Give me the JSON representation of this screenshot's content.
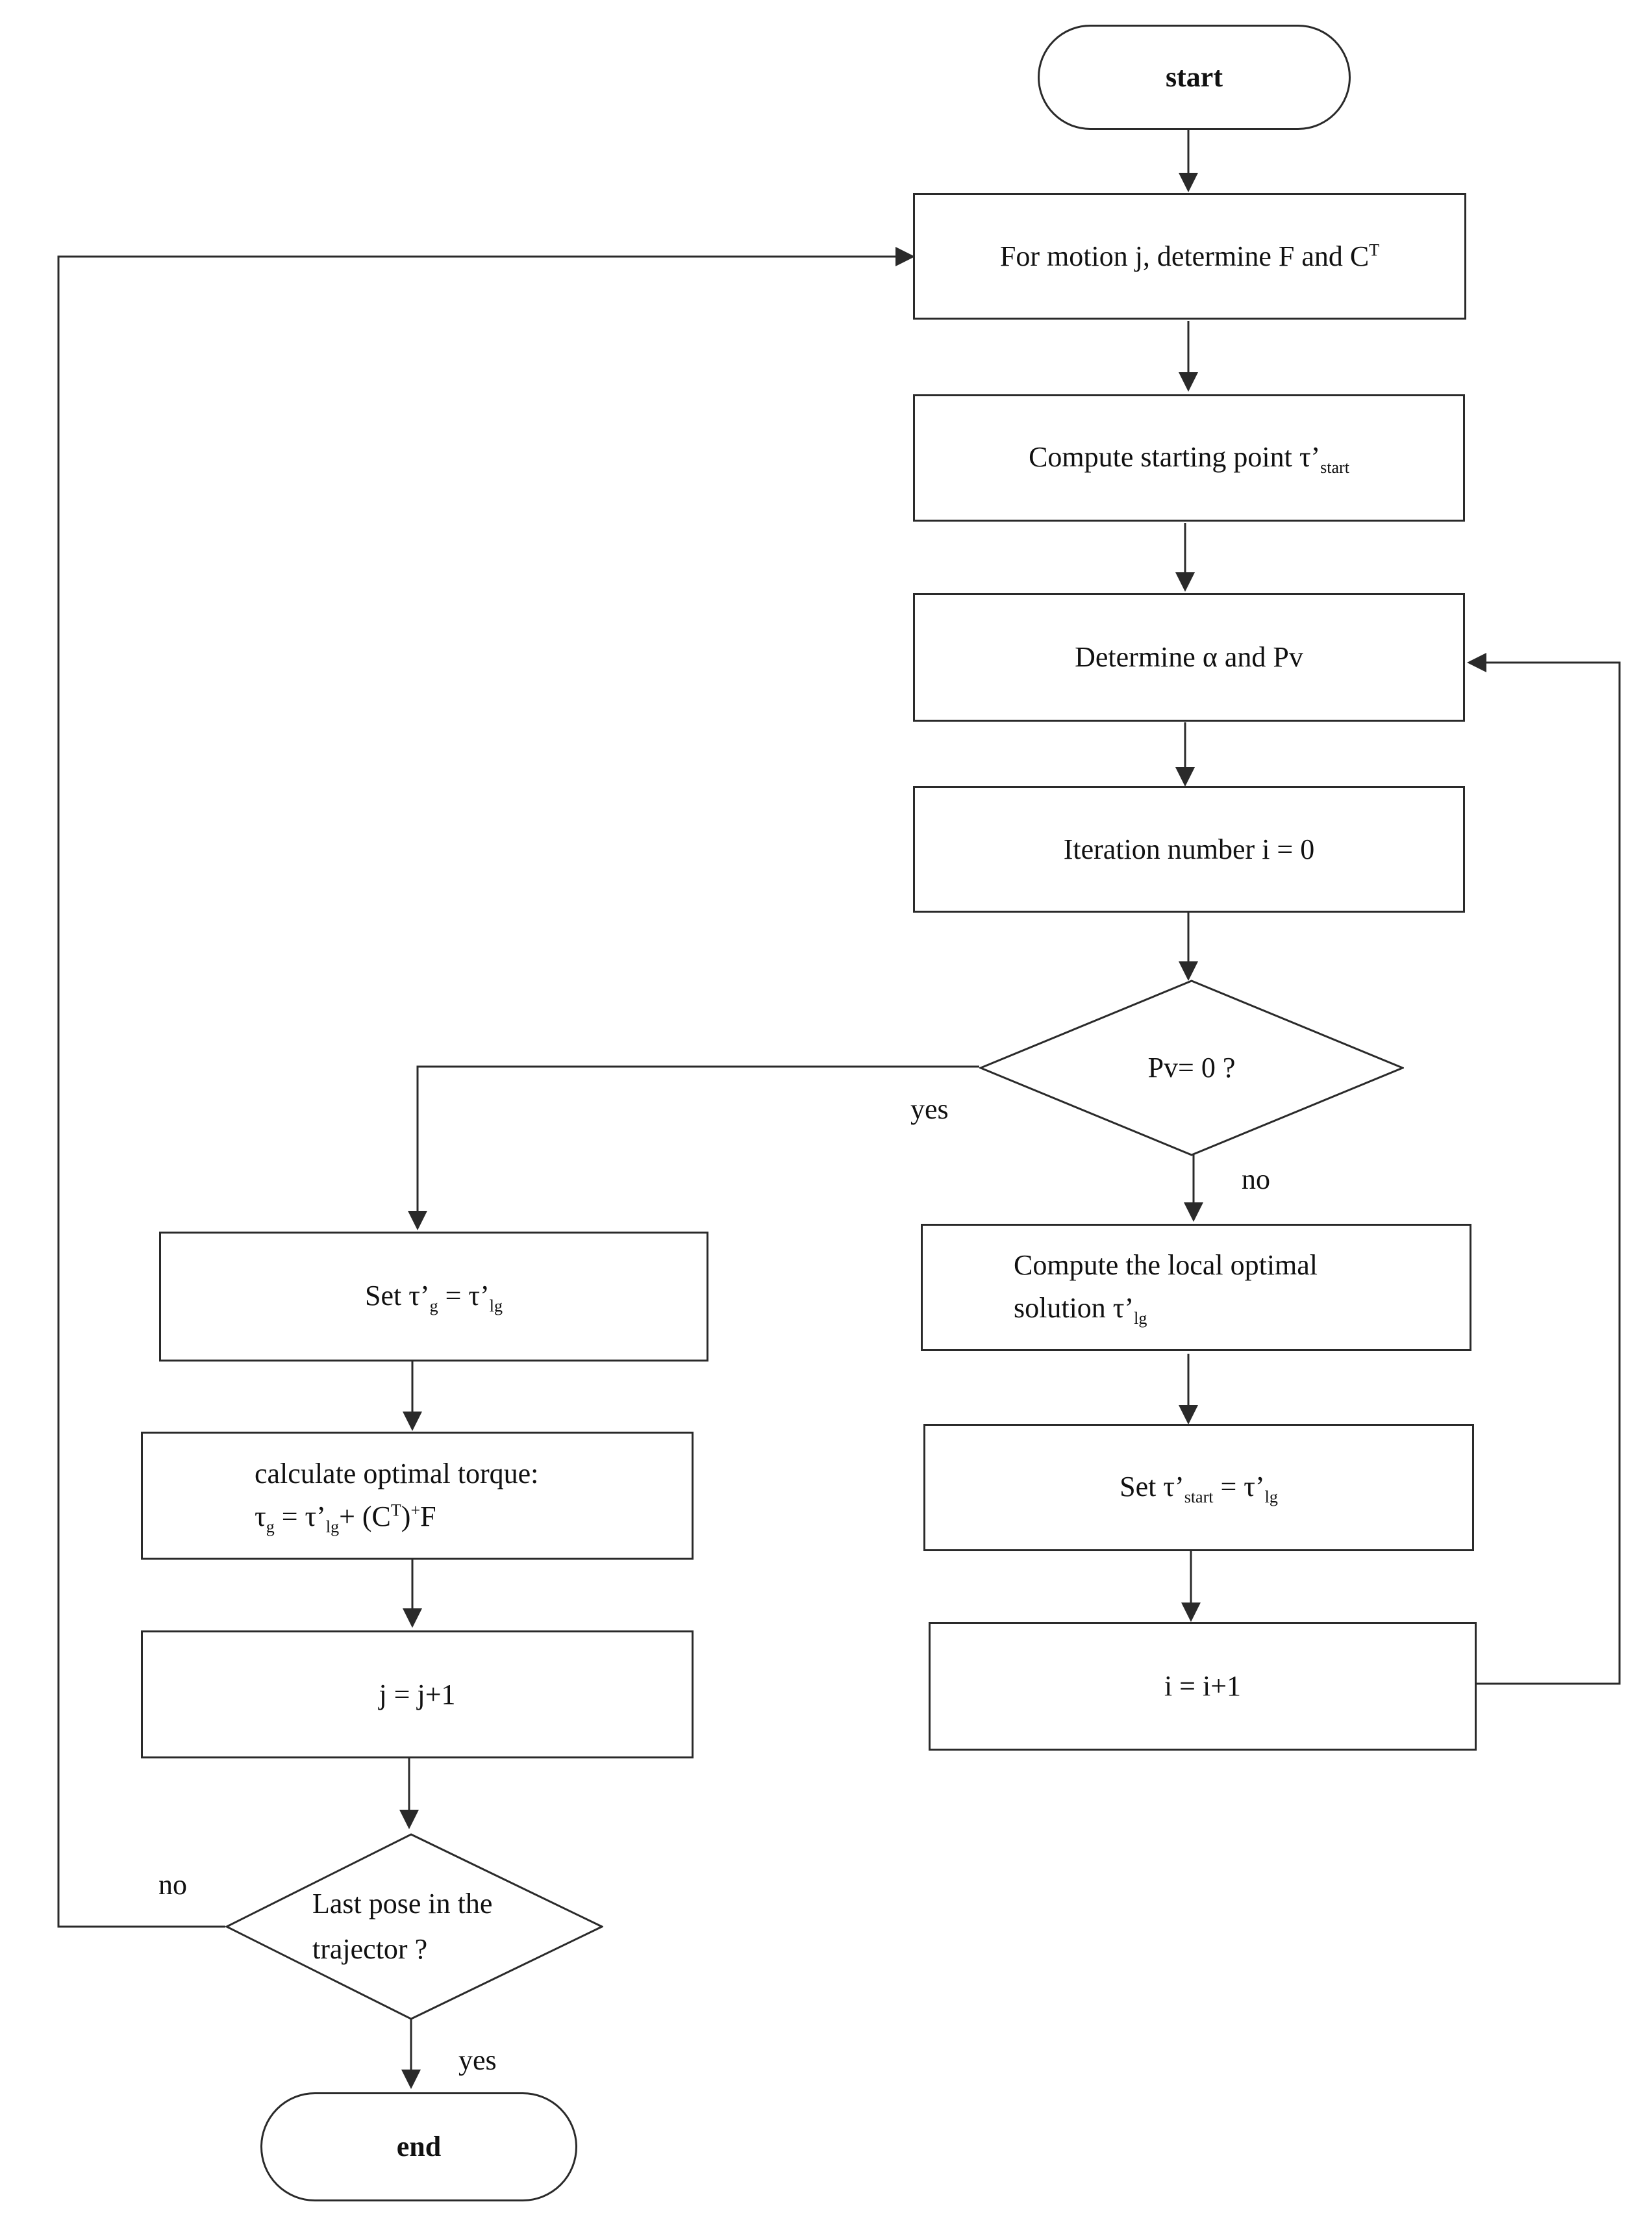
{
  "nodes": {
    "start": "start",
    "motion": {
      "text": "For motion j, determine F and C",
      "sup": "T"
    },
    "start_point": {
      "text": "Compute starting point τ’",
      "sub": "start"
    },
    "determine": "Determine α and Pv",
    "iteration": "Iteration number i = 0",
    "decision_pv": "Pv= 0 ?",
    "local_opt": {
      "line1": "Compute the local optimal",
      "line2": "solution τ’",
      "sub": "lg"
    },
    "set_start": {
      "a": "Set τ’",
      "a_sub": "start",
      "b": " = τ’",
      "b_sub": "lg"
    },
    "incr_i": "i = i+1",
    "set_g": {
      "a": "Set τ’",
      "a_sub": "g",
      "b": " = τ’",
      "b_sub": "lg"
    },
    "calc_torque": {
      "line1": "calculate optimal torque:",
      "t1": "τ",
      "t1_sub": "g",
      "t2": " = τ’",
      "t2_sub": "lg",
      "t3": "+ (C",
      "t3_sup": "T",
      "t4": ")",
      "t4_sup": "+",
      "t5": "F"
    },
    "incr_j": "j = j+1",
    "decision_last": {
      "line1": "Last pose in the",
      "line2": "trajector ?"
    },
    "end": "end"
  },
  "edge_labels": {
    "pv_yes": "yes",
    "pv_no": "no",
    "last_no": "no",
    "last_yes": "yes"
  },
  "colors": {
    "stroke": "#2a2a2a",
    "background": "#ffffff"
  }
}
